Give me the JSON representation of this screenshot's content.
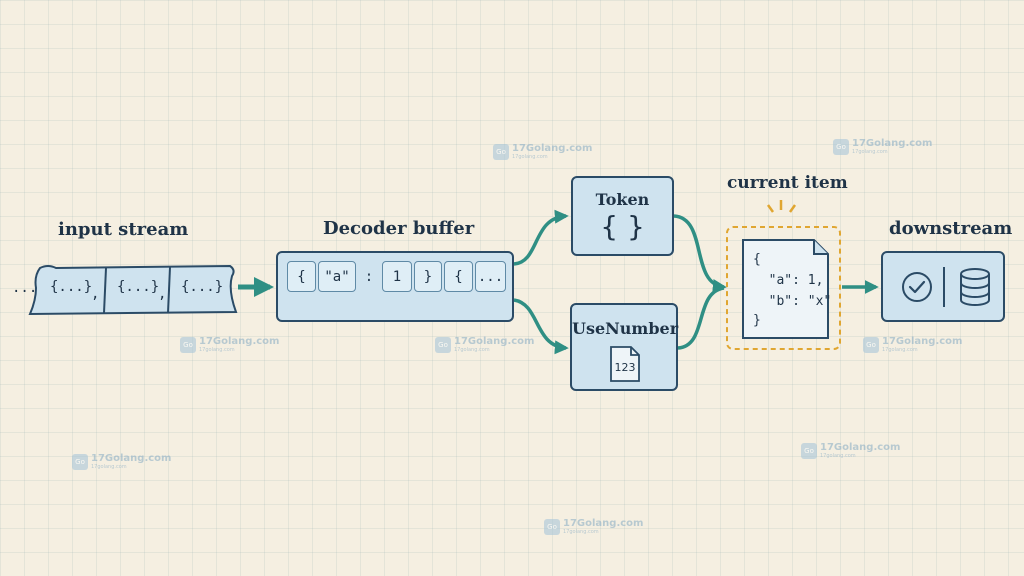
{
  "input": {
    "title": "input stream",
    "ellipsis": "...",
    "chunks": [
      "{...}",
      "{...}",
      "{...}"
    ],
    "separators": [
      ",",
      ","
    ]
  },
  "buffer": {
    "title": "Decoder buffer",
    "cells": [
      "{",
      "\"a\"",
      ":",
      "1",
      "}",
      "{",
      "..."
    ]
  },
  "token": {
    "title": "Token",
    "glyph": "{ }"
  },
  "usenumber": {
    "title": "UseNumber",
    "glyph": "123"
  },
  "current": {
    "title": "current item",
    "lines": [
      "{",
      "  \"a\": 1,",
      "  \"b\": \"x\"",
      "}"
    ]
  },
  "downstream": {
    "title": "downstream",
    "icons": [
      "check-circle-icon",
      "database-icon"
    ]
  },
  "watermark": {
    "text": "17Golang.com",
    "sub": "17golang.com",
    "logo": "Go"
  },
  "colors": {
    "teal": "#2f8f84",
    "navy": "#2b4b66",
    "box_fill": "#cfe3ef",
    "highlight": "#e0a631",
    "background": "#f5efe1"
  }
}
